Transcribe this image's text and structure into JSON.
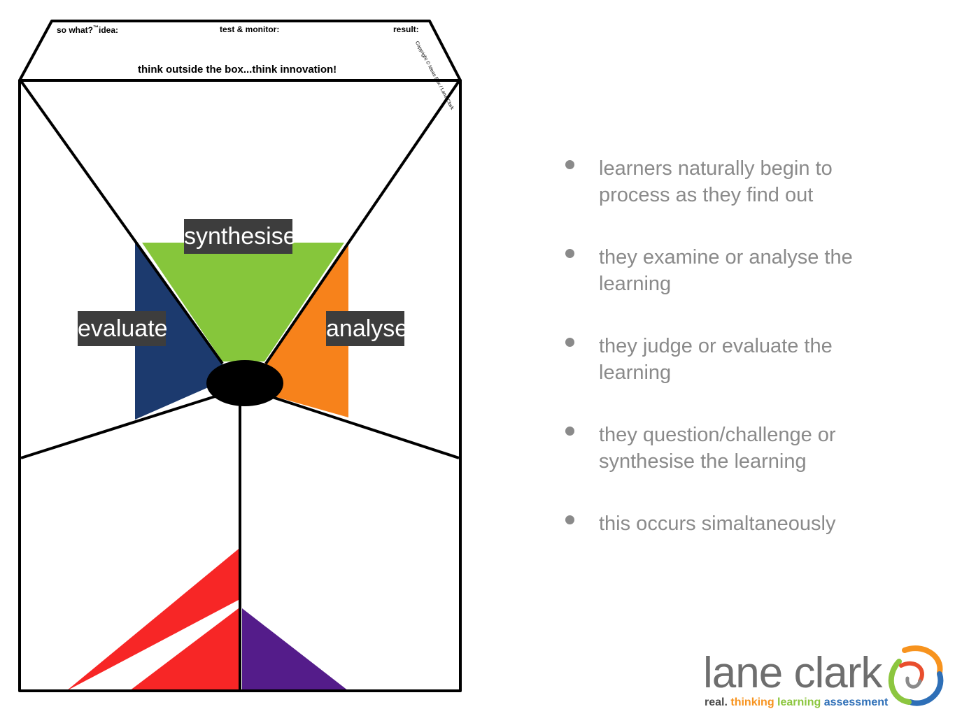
{
  "diagram": {
    "header": {
      "idea": "so what?",
      "idea_tm": "™",
      "idea_suffix": "idea:",
      "test": "test & monitor:",
      "result": "result:",
      "tagline": "think outside the box...think innovation!",
      "copyright": "Copyright © Ideas Box / Lane Clark"
    },
    "labels": {
      "synthesise": "synthesise",
      "evaluate": "evaluate",
      "analyse": "analyse"
    },
    "colors": {
      "synthesise": "#86c63b",
      "evaluate": "#1c3a6e",
      "analyse": "#f7821b",
      "bottom_left": "#f72626",
      "bottom_right": "#541c8a"
    }
  },
  "bullets": [
    "learners naturally begin to process as they find out",
    "they examine or analyse the learning",
    "they judge or evaluate the learning",
    "they question/challenge or synthesise the learning",
    "this occurs simaltaneously"
  ],
  "logo": {
    "name": "lane clark",
    "tag_real": "real.",
    "tag_thinking": "thinking",
    "tag_learning": "learning",
    "tag_assessment": "assessment"
  }
}
